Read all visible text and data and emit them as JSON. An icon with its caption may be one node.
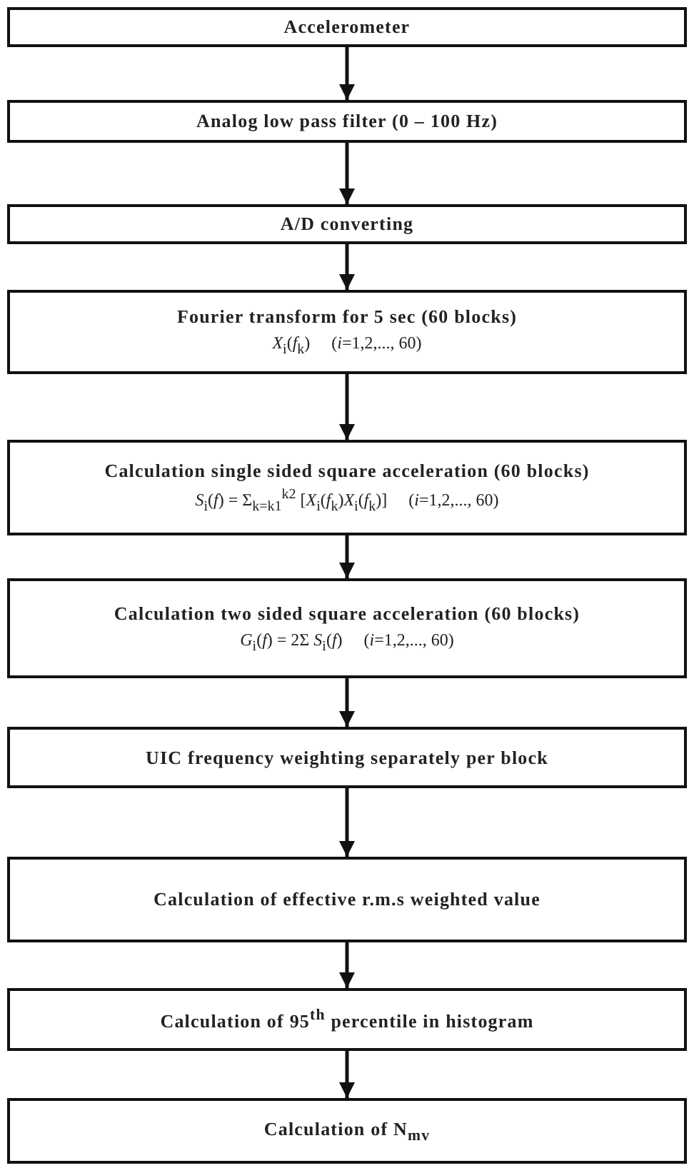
{
  "diagram": {
    "nodes": [
      {
        "text": [
          "Accelerometer"
        ]
      },
      {
        "text": [
          "Analog low pass filter (0 – 100 Hz)"
        ]
      },
      {
        "text": [
          "A/D converting"
        ]
      },
      {
        "text": [
          "Fourier transform for 5 sec (60 blocks)",
          "*X*$_{i}$(*f*$_{k}$)     (*i*=1,2,..., 60)"
        ]
      },
      {
        "text": [
          "Calculation single sided square acceleration (60 blocks)",
          "*S*$_{i}$(*f*) = Σ$_{k=k1}$$^{k2}$ [*X*$_{i}$(*f*$_{k}$)*X*$_{i}$(*f*$_{k}$)]     (*i*=1,2,..., 60)"
        ]
      },
      {
        "text": [
          "Calculation two sided square acceleration (60 blocks)",
          "*G*$_{i}$(*f*) = 2Σ *S*$_{i}$(*f*)     (*i*=1,2,..., 60)"
        ]
      },
      {
        "text": [
          "UIC frequency weighting separately per block"
        ]
      },
      {
        "text": [
          "Calculation of effective r.m.s weighted value"
        ]
      },
      {
        "text": [
          "Calculation of 95$^{th}$ percentile in histogram"
        ]
      },
      {
        "text": [
          "Calculation of N$_{mv}$"
        ]
      }
    ],
    "edges": [
      {
        "from": 0,
        "to": 1,
        "arrow": "to"
      },
      {
        "from": 1,
        "to": 2,
        "arrow": "to"
      },
      {
        "from": 2,
        "to": 3,
        "arrow": "to"
      },
      {
        "from": 3,
        "to": 4,
        "arrow": "to"
      },
      {
        "from": 4,
        "to": 5,
        "arrow": "to"
      },
      {
        "from": 5,
        "to": 6,
        "arrow": "to"
      },
      {
        "from": 6,
        "to": 7,
        "arrow": "to"
      },
      {
        "from": 7,
        "to": 8,
        "arrow": "to"
      },
      {
        "from": 8,
        "to": 9,
        "arrow": "to"
      }
    ]
  }
}
